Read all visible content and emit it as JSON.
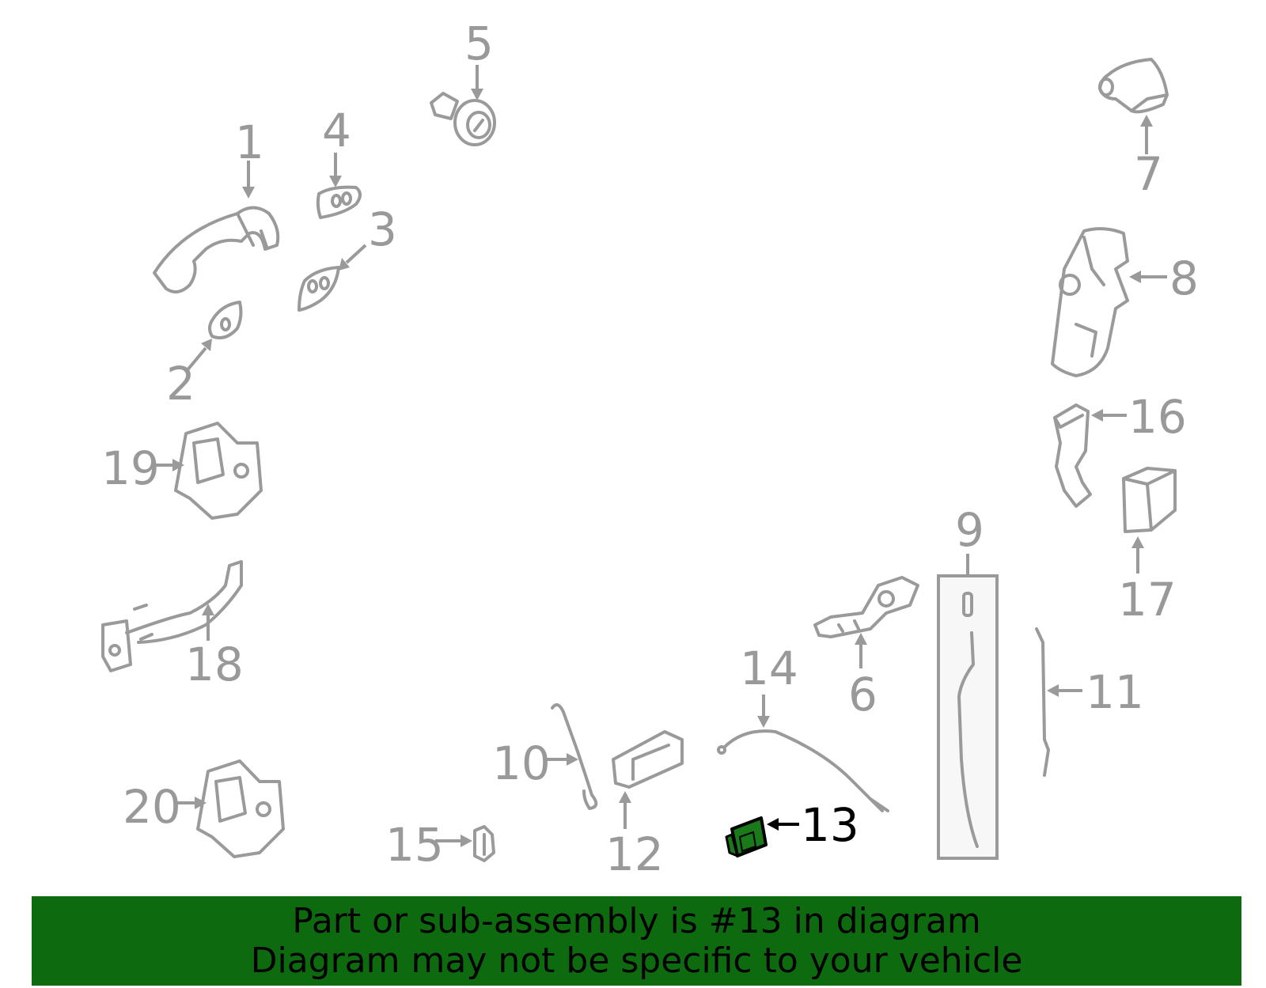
{
  "diagram": {
    "highlighted_callout": "13",
    "highlight_color": "#1a7a1a",
    "part_color": "#9a9a9a",
    "callouts": [
      "1",
      "2",
      "3",
      "4",
      "5",
      "6",
      "7",
      "8",
      "9",
      "10",
      "11",
      "12",
      "13",
      "14",
      "15",
      "16",
      "17",
      "18",
      "19",
      "20"
    ]
  },
  "banner": {
    "line1": "Part or sub-assembly is #13 in diagram",
    "line2": "Diagram may not be specific to your vehicle",
    "background": "#0e6a0e"
  }
}
